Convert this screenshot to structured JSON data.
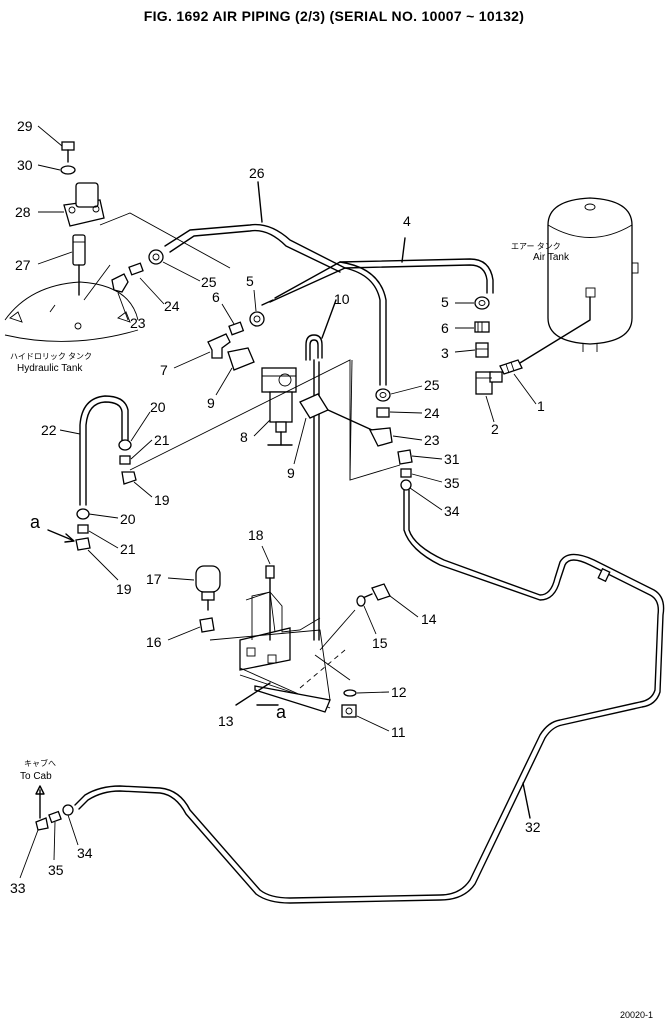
{
  "title": "FIG. 1692    AIR PIPING (2/3) (SERIAL NO. 10007 ~ 10132)",
  "labels": {
    "air_tank_jp": "エアー タンク",
    "air_tank_en": "Air Tank",
    "hydraulic_tank_jp": "ハイドロリック タンク",
    "hydraulic_tank_en": "Hydraulic Tank",
    "to_cab_jp": "キャブへ",
    "to_cab_en": "To Cab",
    "ref_a_top": "a",
    "ref_a_bottom": "a"
  },
  "callouts": [
    "29",
    "30",
    "28",
    "27",
    "26",
    "4",
    "25",
    "24",
    "23",
    "6",
    "5",
    "10",
    "5",
    "6",
    "3",
    "1",
    "2",
    "7",
    "9",
    "8",
    "9",
    "25",
    "24",
    "23",
    "31",
    "35",
    "34",
    "22",
    "20",
    "21",
    "19",
    "20",
    "21",
    "19",
    "18",
    "17",
    "16",
    "14",
    "15",
    "13",
    "12",
    "11",
    "32",
    "33",
    "35",
    "34"
  ],
  "corner_ref": "20020-1"
}
